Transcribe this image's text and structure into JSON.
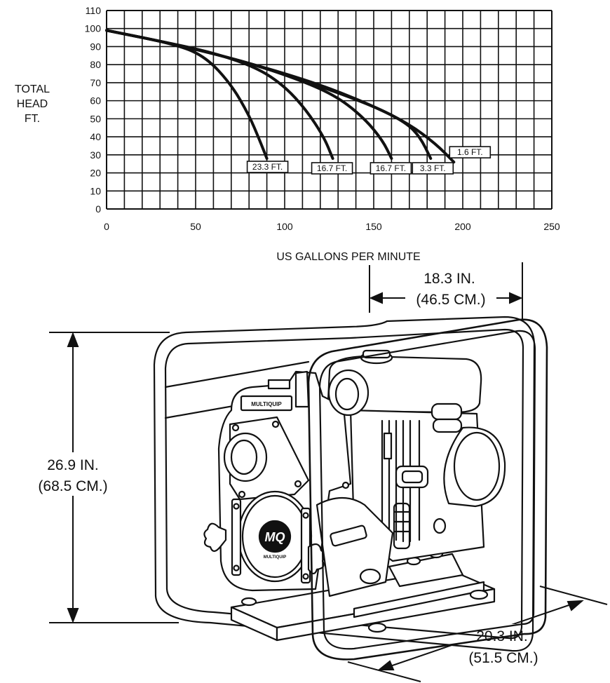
{
  "chart_data": {
    "type": "line",
    "xlabel": "US GALLONS PER MINUTE",
    "ylabel": [
      "TOTAL",
      "HEAD",
      "FT."
    ],
    "xlim": [
      0,
      250
    ],
    "ylim": [
      0,
      110
    ],
    "x_ticks": [
      0,
      50,
      100,
      150,
      200,
      250
    ],
    "y_ticks": [
      0,
      10,
      20,
      30,
      40,
      50,
      60,
      70,
      80,
      90,
      100,
      110
    ],
    "x_grid_step": 10,
    "y_grid_step": 10,
    "grid": true,
    "series": [
      {
        "name": "23.3 FT.",
        "points": [
          [
            0,
            99
          ],
          [
            40,
            91
          ],
          [
            56,
            84
          ],
          [
            70,
            69
          ],
          [
            80,
            52
          ],
          [
            86,
            38
          ],
          [
            90,
            28
          ]
        ]
      },
      {
        "name": "16.7 FT.",
        "points": [
          [
            0,
            99
          ],
          [
            40,
            91
          ],
          [
            62,
            86
          ],
          [
            85,
            78
          ],
          [
            100,
            68
          ],
          [
            112,
            55
          ],
          [
            122,
            40
          ],
          [
            127,
            28
          ]
        ]
      },
      {
        "name": "16.7 FT.",
        "points": [
          [
            0,
            99
          ],
          [
            40,
            91
          ],
          [
            80,
            81
          ],
          [
            110,
            71
          ],
          [
            130,
            62
          ],
          [
            145,
            50
          ],
          [
            155,
            38
          ],
          [
            160,
            28
          ]
        ]
      },
      {
        "name": "3.3 FT.",
        "points": [
          [
            0,
            99
          ],
          [
            40,
            91
          ],
          [
            80,
            81
          ],
          [
            120,
            68
          ],
          [
            150,
            57
          ],
          [
            168,
            48
          ],
          [
            176,
            40
          ],
          [
            182,
            28
          ]
        ]
      },
      {
        "name": "1.6 FT.",
        "points": [
          [
            0,
            99
          ],
          [
            40,
            91
          ],
          [
            80,
            81
          ],
          [
            120,
            69
          ],
          [
            150,
            57
          ],
          [
            170,
            47
          ],
          [
            185,
            36
          ],
          [
            195,
            26
          ]
        ]
      }
    ]
  },
  "dimensions": {
    "width": {
      "inches": "18.3 IN.",
      "cm": "(46.5 CM.)"
    },
    "height": {
      "inches": "26.9 IN.",
      "cm": "(68.5 CM.)"
    },
    "depth": {
      "inches": "20.3 IN.",
      "cm": "(51.5 CM.)"
    }
  },
  "brand": {
    "logo_text": "MQ",
    "name": "MULTIQUIP"
  }
}
